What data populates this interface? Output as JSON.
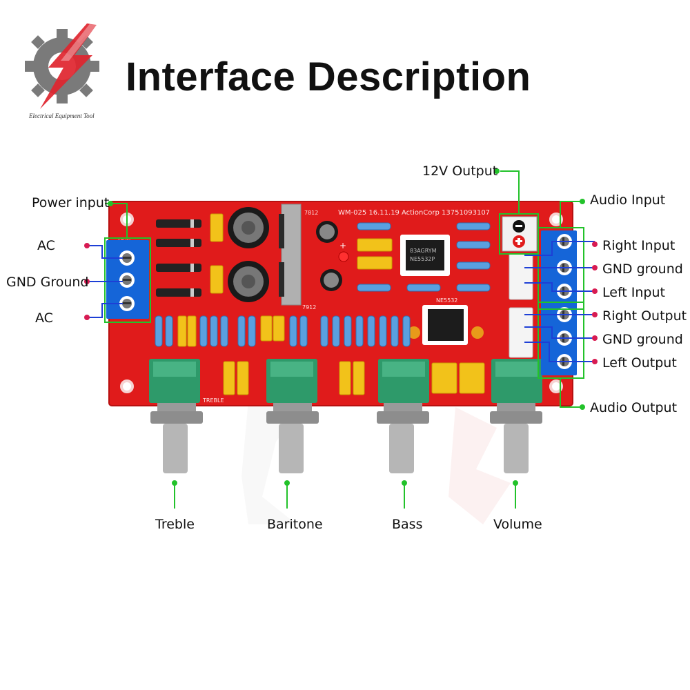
{
  "header": {
    "title": "Interface Description",
    "brand_text": "Electrical Equipment Tool",
    "logo_icon": "gear-bolt-logo-icon"
  },
  "colors": {
    "board_red": "#e01b1b",
    "terminal_blue": "#1565d8",
    "callout_green": "#22c22a",
    "pin_red": "#d81b52",
    "knob_green": "#2e9a6a"
  },
  "left_labels": {
    "power_input": "Power input",
    "ac_top": "AC",
    "gnd_ground": "GND Ground",
    "ac_bottom": "AC"
  },
  "right_labels": {
    "output_12v": "12V Output",
    "audio_input": "Audio Input",
    "right_input": "Right Input",
    "gnd_ground_in": "GND ground",
    "left_input": "Left Input",
    "right_output": "Right Output",
    "gnd_ground_out": "GND ground",
    "left_output": "Left Output",
    "audio_output": "Audio Output"
  },
  "knob_labels": {
    "treble": "Treble",
    "baritone": "Baritone",
    "bass": "Bass",
    "volume": "Volume"
  },
  "board_silkscreen": {
    "model": "WM-025  16.11.19",
    "maker": "ActionCorp  13751093107",
    "reg_top": "7812",
    "reg_bottom": "7912",
    "chip": "NE5532",
    "chip_mark_1": "83AGRYM",
    "chip_mark_2": "NE5532P",
    "silk_treble": "TREBLE",
    "silk_ac": "AC IN",
    "plus": "+",
    "minus": "−"
  }
}
